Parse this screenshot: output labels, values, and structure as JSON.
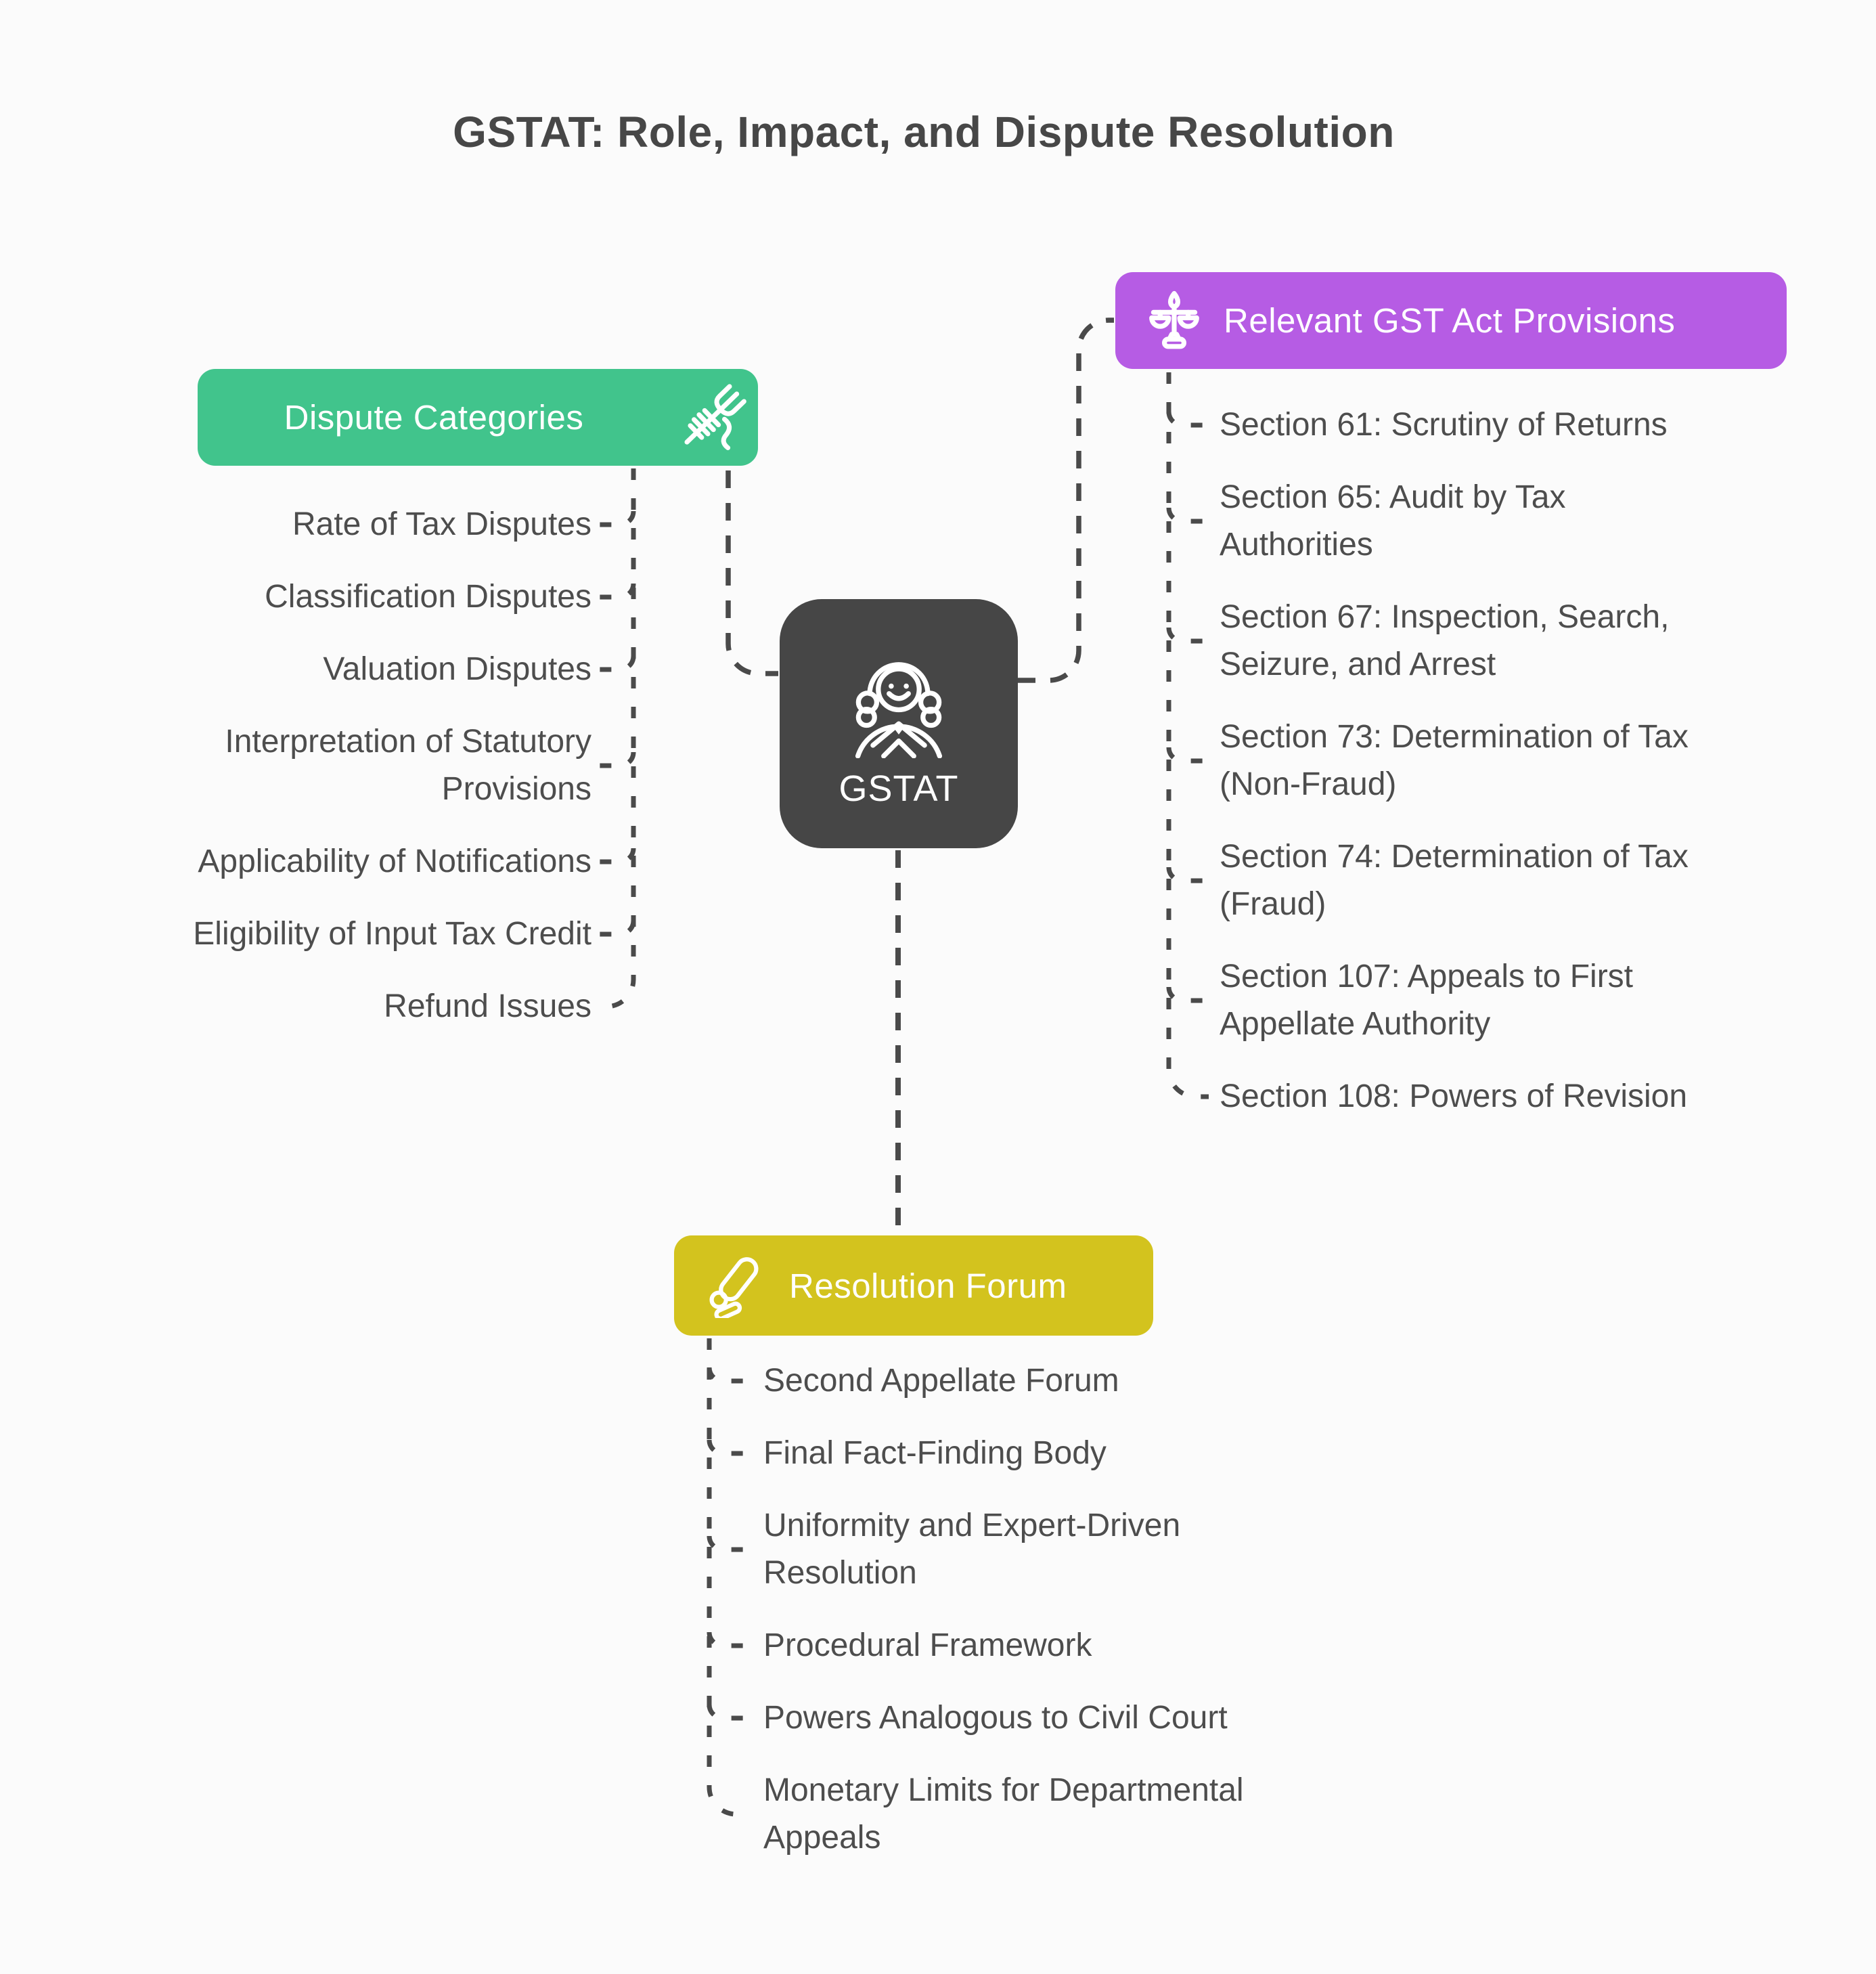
{
  "title": "GSTAT: Role, Impact, and Dispute Resolution",
  "center_node": {
    "label": "GSTAT",
    "icon": "judge-icon",
    "color": "#464646"
  },
  "branches": {
    "dispute_categories": {
      "label": "Dispute Categories",
      "icon": "fork-in-hand-icon",
      "color": "#41C48C",
      "items": [
        "Rate of Tax Disputes",
        "Classification Disputes",
        "Valuation Disputes",
        "Interpretation of Statutory\nProvisions",
        "Applicability of Notifications",
        "Eligibility of Input Tax Credit",
        "Refund Issues"
      ]
    },
    "gst_provisions": {
      "label": "Relevant GST Act Provisions",
      "icon": "scales-of-justice-icon",
      "color": "#B65CE4",
      "items": [
        "Section 61: Scrutiny of Returns",
        "Section 65: Audit by Tax\nAuthorities",
        "Section 67: Inspection, Search,\nSeizure, and Arrest",
        "Section 73: Determination of Tax\n(Non-Fraud)",
        "Section 74: Determination of Tax\n(Fraud)",
        "Section 107: Appeals to First\nAppellate Authority",
        "Section 108: Powers of Revision"
      ]
    },
    "resolution_forum": {
      "label": "Resolution Forum",
      "icon": "gavel-icon",
      "color": "#D3C31E",
      "items": [
        "Second Appellate Forum",
        "Final Fact-Finding Body",
        "Uniformity and Expert-Driven\nResolution",
        "Procedural Framework",
        "Powers Analogous to Civil Court",
        "Monetary Limits for Departmental\nAppeals"
      ]
    }
  },
  "colors": {
    "center": "#464646",
    "connector": "#4A4A4A",
    "text": "#4D4D4D",
    "title": "#474747",
    "background": "#FBFBFB"
  }
}
